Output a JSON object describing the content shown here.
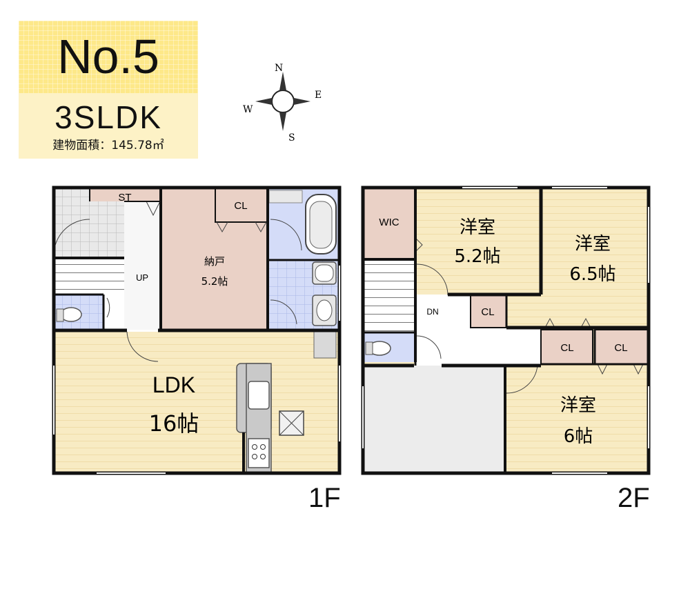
{
  "badge": {
    "number": "No.5",
    "layout_type": "3SLDK",
    "area_text": "建物面積：145.78㎡",
    "bg_color": "#fde889"
  },
  "compass": {
    "n": "N",
    "e": "E",
    "s": "S",
    "w": "W"
  },
  "floor1": {
    "label": "1F",
    "rooms": {
      "st": "ST",
      "cl": "CL",
      "up": "UP",
      "storage_name": "納戸",
      "storage_size": "5.2帖",
      "ldk_name": "LDK",
      "ldk_size": "16帖"
    }
  },
  "floor2": {
    "label": "2F",
    "rooms": {
      "wic": "WIC",
      "dn": "DN",
      "cl_a": "CL",
      "cl_b": "CL",
      "cl_c": "CL",
      "room1_name": "洋室",
      "room1_size": "5.2帖",
      "room2_name": "洋室",
      "room2_size": "6.5帖",
      "room3_name": "洋室",
      "room3_size": "6帖"
    }
  },
  "colors": {
    "floor_wood": "#f8ebc3",
    "storage": "#ead1c6",
    "wet_area": "#d4dcf8",
    "balcony": "#ececec",
    "wall": "#111111"
  }
}
